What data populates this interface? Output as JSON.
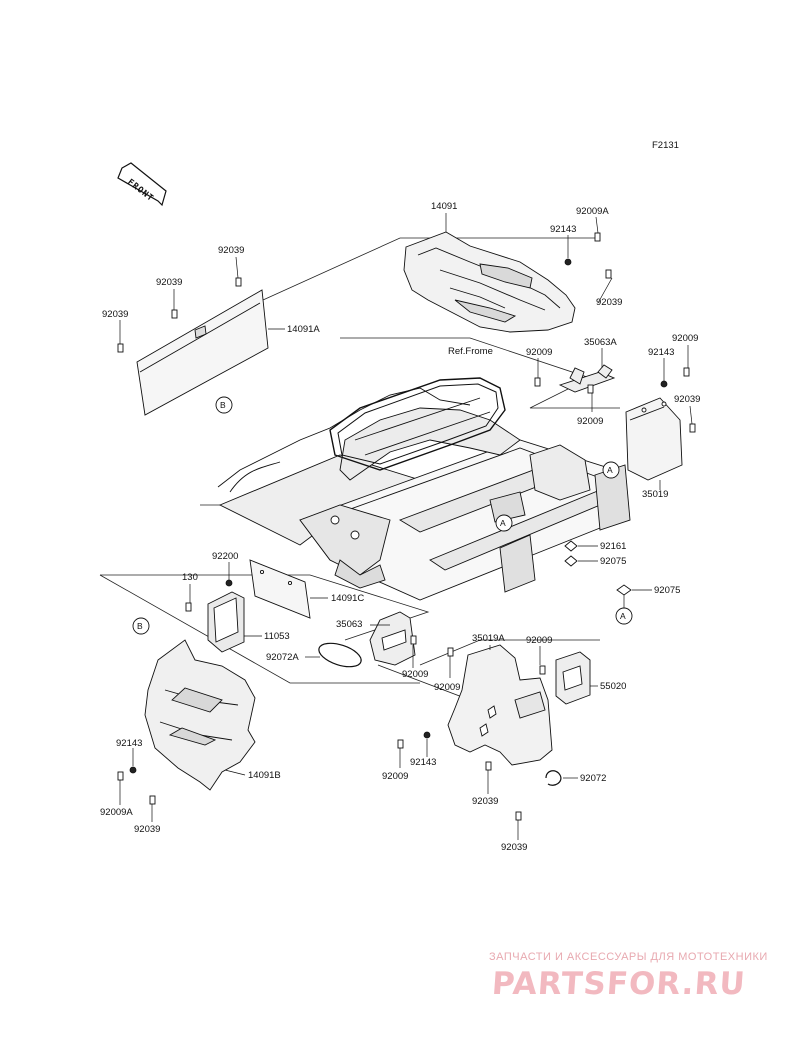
{
  "figure_code": "F2131",
  "direction_label": "FRONT",
  "ref_label": "Ref.Frome",
  "markers": {
    "a": "A",
    "b": "B"
  },
  "parts": {
    "p14091": "14091",
    "p92009A_top": "92009A",
    "p92143_top": "92143",
    "p92039_topright": "92039",
    "p92039_a": "92039",
    "p92039_b": "92039",
    "p92039_c": "92039",
    "p14091A": "14091A",
    "p35063A": "35063A",
    "p92009_r1": "92009",
    "p92143_r": "92143",
    "p92009_r2": "92009",
    "p92039_r": "92039",
    "p92009_mid": "92009",
    "p35019": "35019",
    "p92161": "92161",
    "p92075_a": "92075",
    "p92075_b": "92075",
    "p92200": "92200",
    "p130": "130",
    "p14091C": "14091C",
    "p11053": "11053",
    "p35063": "35063",
    "p92072A": "92072A",
    "p92009_c1": "92009",
    "p92009_c2": "92009",
    "p35019A": "35019A",
    "p92009_d": "92009",
    "p55020": "55020",
    "p92143_l": "92143",
    "p14091B": "14091B",
    "p92009A_l": "92009A",
    "p92039_l": "92039",
    "p92009_e": "92009",
    "p92143_e": "92143",
    "p92039_e": "92039",
    "p92072": "92072",
    "p92039_f": "92039"
  },
  "watermark": {
    "line1": "ЗАПЧАСТИ И АКСЕССУАРЫ ДЛЯ МОТОТЕХНИКИ",
    "line2": "PARTSFOR.RU"
  }
}
